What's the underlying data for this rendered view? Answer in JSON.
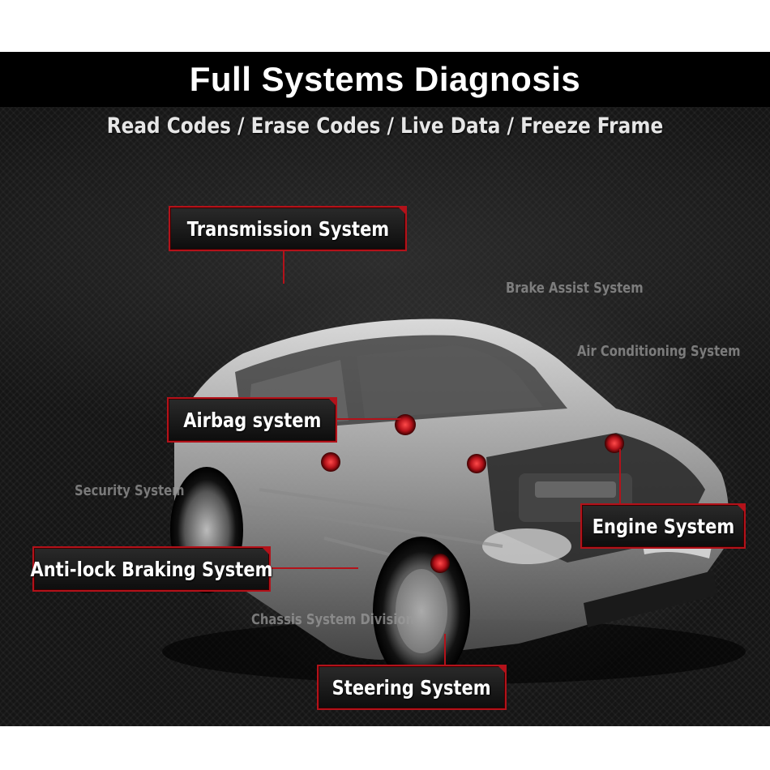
{
  "header": {
    "title": "Full Systems Diagnosis",
    "subtitle": "Read Codes / Erase Codes / Live Data / Freeze Frame"
  },
  "systems": {
    "transmission": "Transmission System",
    "airbag": "Airbag system",
    "engine": "Engine System",
    "abs": "Anti-lock Braking System",
    "steering": "Steering System"
  },
  "secondary_systems": {
    "brake_assist": "Brake Assist System",
    "air_conditioning": "Air Conditioning System",
    "security": "Security System",
    "chassis": "Chassis System Division"
  },
  "colors": {
    "accent": "#b3121a",
    "background": "#151515",
    "title_bar": "#000000"
  }
}
